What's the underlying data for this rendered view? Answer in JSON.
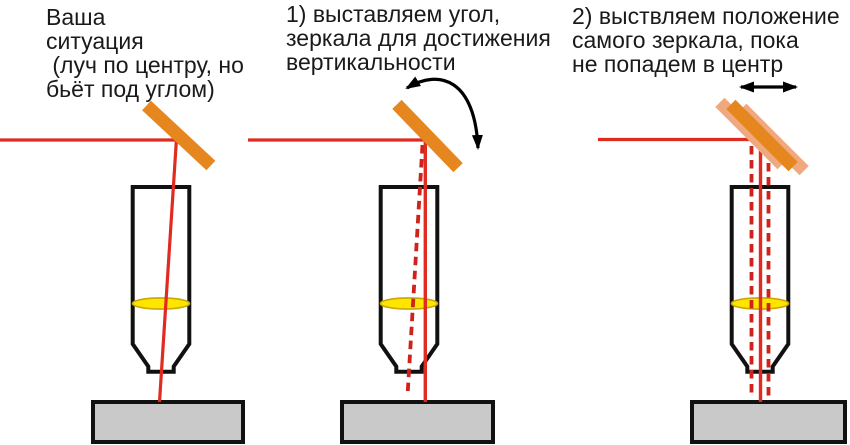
{
  "colors": {
    "beam_red": "#E02B20",
    "beam_red_dark": "#CE231B",
    "mirror_orange": "#E6861E",
    "mirror_ghost": "#F0A97E",
    "lens_yellow": "#FFE500",
    "lens_outline": "#C9A800",
    "base_gray": "#C9C9C9",
    "outline_black": "#111111",
    "text_black": "#1A1A1A"
  },
  "panels": [
    {
      "id": "your-situation",
      "caption_lines": [
        "Ваша",
        "ситуация",
        " (луч по центру, но",
        "бьёт под углом)"
      ]
    },
    {
      "id": "step1-set-angle",
      "caption_lines": [
        "1) выставляем угол,",
        "зеркала для достижения",
        "вертикальности"
      ]
    },
    {
      "id": "step2-set-position",
      "caption_lines": [
        "2) выствляем положение",
        "самого зеркала, пока",
        "не попадем в центр"
      ]
    }
  ]
}
